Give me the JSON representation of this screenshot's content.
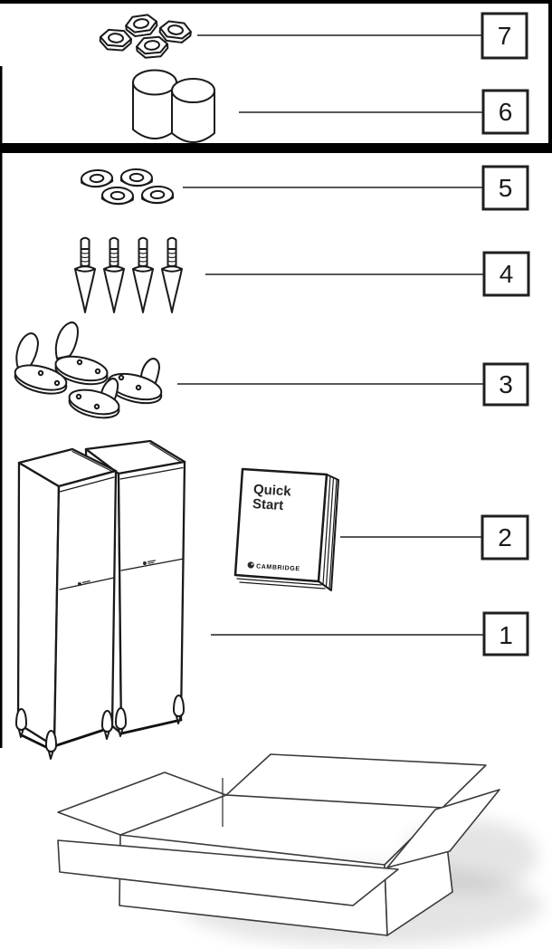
{
  "colors": {
    "background": "#ffffff",
    "line": "#1a1a1a",
    "leader_line": "#3f3f3f",
    "divider_bar": "#000000",
    "carton_line": "#3a3a3a"
  },
  "callouts": [
    {
      "label": "7",
      "item": "hex-nuts"
    },
    {
      "label": "6",
      "item": "foam-bungs"
    },
    {
      "label": "5",
      "item": "washers"
    },
    {
      "label": "4",
      "item": "floor-spikes"
    },
    {
      "label": "3",
      "item": "outrigger-feet"
    },
    {
      "label": "2",
      "item": "quick-start-guide"
    },
    {
      "label": "1",
      "item": "floorstanding-speakers"
    }
  ],
  "booklet": {
    "title_line1": "Quick",
    "title_line2": "Start",
    "brand": "CAMBRIDGE"
  }
}
